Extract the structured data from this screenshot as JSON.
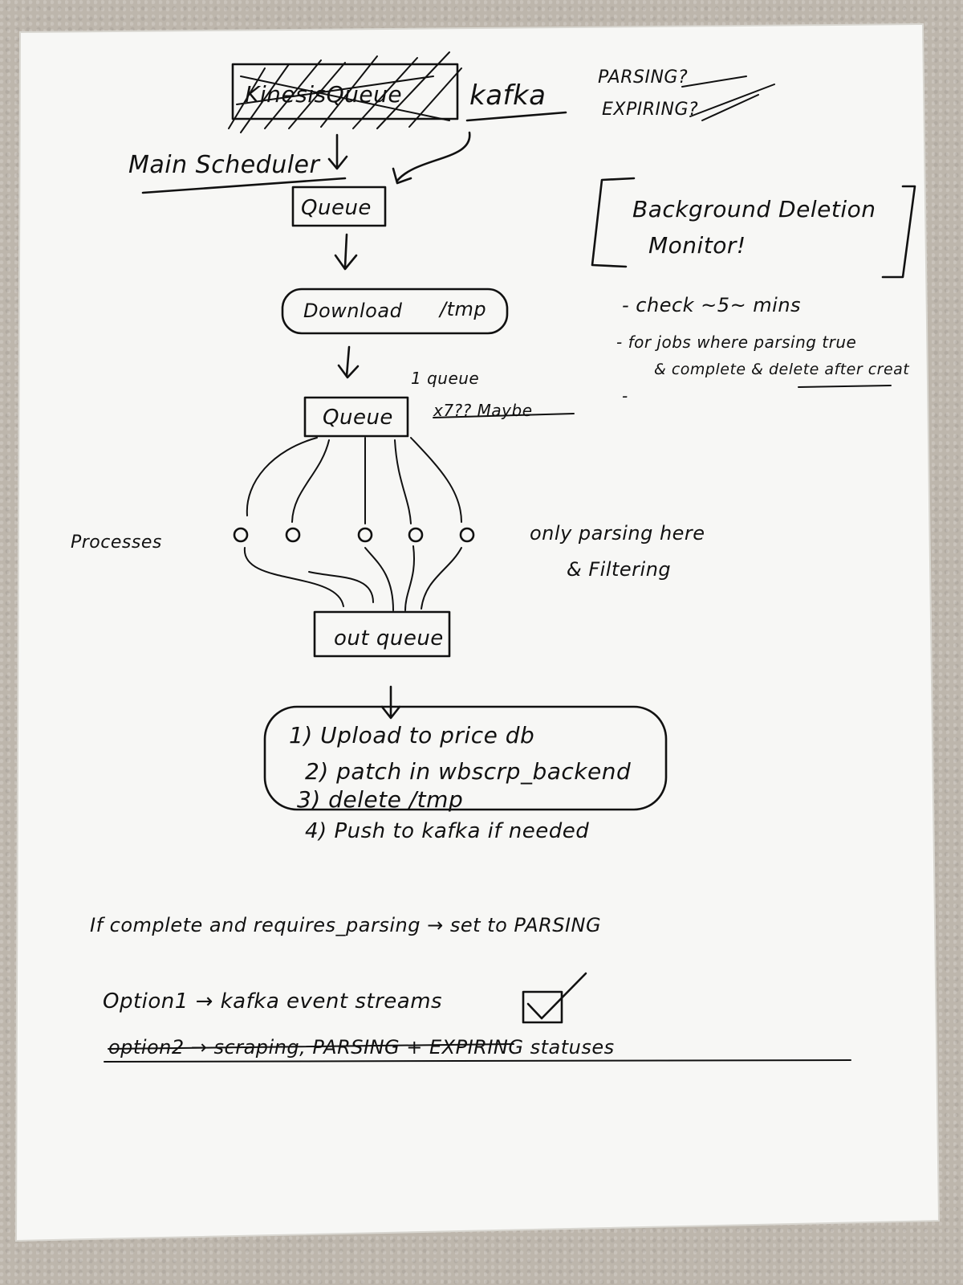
{
  "header": {
    "crossed_word": "KinesisQueue",
    "kafka": "kafka",
    "parsing_status": "PARSING?",
    "expiring_status": "EXPIRING?"
  },
  "main_scheduler": "Main Scheduler",
  "queue_top": "Queue",
  "download_box": {
    "label": "Download",
    "path": "/tmp"
  },
  "queue_mid": "Queue",
  "queue_note": {
    "line1": "1 queue",
    "line2": "x7?? Maybe"
  },
  "processes_label": "Processes",
  "processes_count": 5,
  "processes_note": {
    "line1": "only parsing here",
    "line2": "& Filtering"
  },
  "out_queue": "out queue",
  "steps": [
    "1) Upload to price db",
    "2) patch in wbscrp_backend",
    "3) delete /tmp",
    "4) Push to kafka if needed"
  ],
  "background": {
    "title_line1": "Background Deletion",
    "title_line2": "Monitor!",
    "bullets": [
      "- check ~5~ mins",
      "- for jobs where parsing true",
      "& complete & delete after creat",
      "-"
    ]
  },
  "if_line": "If complete and requires_parsing → set to PARSING",
  "option1": "Option1 → kafka event streams",
  "option2": "option2 → scraping, PARSING + EXPIRING statuses"
}
